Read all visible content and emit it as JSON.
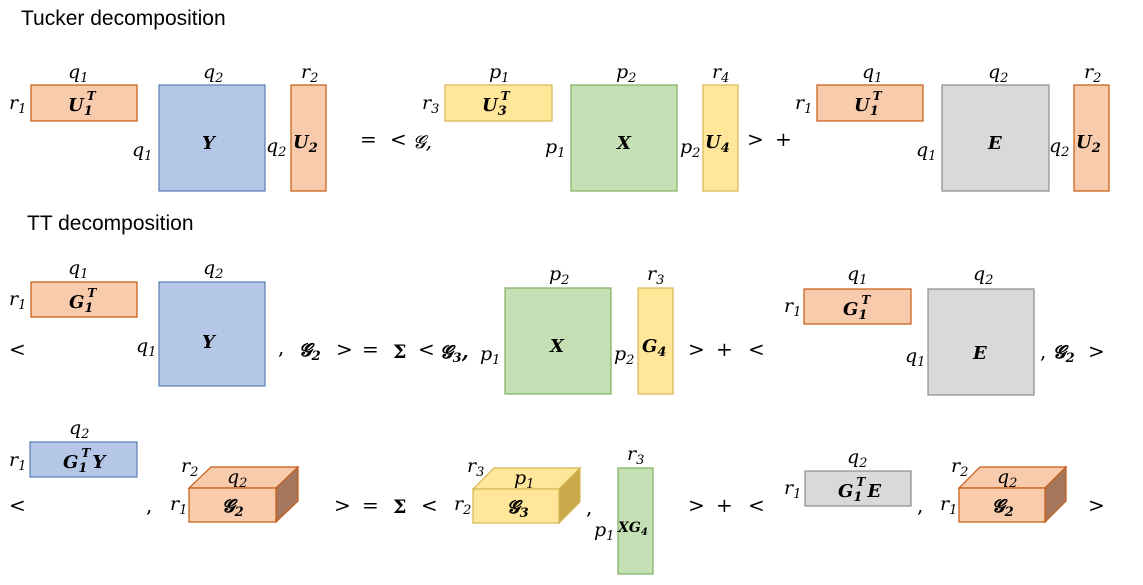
{
  "titles": {
    "tucker": "Tucker decomposition",
    "tt": "TT decomposition"
  },
  "colors": {
    "orange_fill": "#F8CBAD",
    "orange_stroke": "#C55A11",
    "blue_fill": "#B4C7E7",
    "blue_stroke": "#5B7DB5",
    "yellow_fill": "#FFE699",
    "yellow_stroke": "#D6B656",
    "green_fill": "#C5E0B4",
    "green_stroke": "#7FAF5E",
    "gray_fill": "#D9D9D9",
    "gray_stroke": "#8C8C8C"
  },
  "ops": {
    "eq": "=",
    "lt": "<",
    "gt": ">",
    "plus": "+",
    "comma": ",",
    "sigma": "Σ"
  },
  "symbols": {
    "script_g": "𝓖",
    "U": "U",
    "G": "G",
    "Y": "Y",
    "X": "X",
    "E": "E",
    "T": "T",
    "q": "q",
    "p": "p",
    "r": "r",
    "n1": "1",
    "n2": "2",
    "n3": "3",
    "n4": "4"
  }
}
